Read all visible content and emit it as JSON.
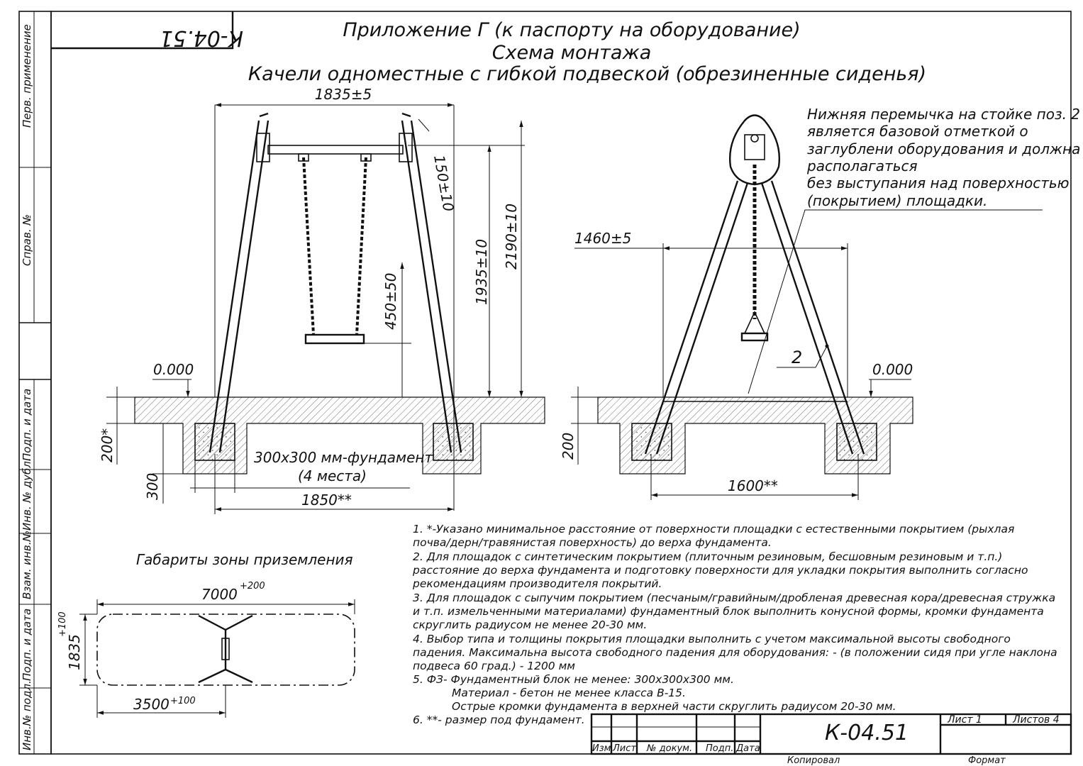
{
  "title": {
    "line1": "Приложение Г (к паспорту на оборудование)",
    "line2": "Схема монтажа",
    "line3": "Качели одноместные с гибкой подвеской (обрезиненные сиденья)"
  },
  "stamp_code_mirrored": "К-04.51",
  "side_stamp": {
    "perv_primenenie": "Перв. применение",
    "sprav_no": "Справ. №",
    "podp_i_data_1": "Подп. и дата",
    "inv_no_dubl": "Инв. № дубл.",
    "vzam_inv_no": "Взам. инв.№",
    "podp_i_data_2": "Подп. и дата",
    "inv_no_podl": "Инв.№ подл."
  },
  "front_view": {
    "dim_width": "1835±5",
    "dim_150": "150±10",
    "dim_2190": "2190±10",
    "dim_1935": "1935±10",
    "dim_450": "450±50",
    "level": "0.000",
    "dim_200": "200*",
    "dim_300": "300",
    "foundation_line1": "300х300 мм-фундамент",
    "foundation_line2": "(4 места)",
    "dim_1850": "1850**"
  },
  "side_view": {
    "note_lines": [
      "Нижняя перемычка на стойке поз. 2",
      "является базовой отметкой о",
      "заглублени оборудования и должна",
      "располагаться",
      "без выступания над поверхностью",
      "(покрытием) площадки."
    ],
    "dim_1460": "1460±5",
    "pos_label": "2",
    "level": "0.000",
    "dim_200": "200",
    "dim_1600": "1600**"
  },
  "zone": {
    "title": "Габариты зоны приземления",
    "dim_7000": "7000",
    "dim_7000_tol": "+200",
    "dim_1835": "1835",
    "dim_1835_tol": "+100",
    "dim_3500": "3500",
    "dim_3500_tol": "+100"
  },
  "notes": [
    "1. *-Указано минимальное расстояние от поверхности площадки с естественными покрытием (рыхлая",
    "почва/дерн/травянистая поверхность) до верха фундамента.",
    "2. Для площадок с синтетическим покрытием (плиточным резиновым, бесшовным резиновым и т.п.)",
    "расстояние до верха фундамента и подготовку поверхности для укладки покрытия выполнить согласно",
    "рекомендациям производителя покрытий.",
    "3. Для площадок с сыпучим покрытием (песчаным/гравийным/дробленая древесная кора/древесная стружка",
    "и т.п. измельченными материалами) фундаментный блок выполнить конусной формы, кромки фундамента",
    "скруглить радиусом не менее 20-30 мм.",
    "4. Выбор типа и толщины покрытия площадки выполнить с учетом максимальной высоты свободного",
    "падения. Максимальна высота свободного падения для оборудования: - (в положении сидя при угле наклона",
    "подвеса 60 град.) - 1200 мм",
    "5. ФЗ- Фундаментный блок не менее: 300х300х300 мм.",
    "Материал - бетон не менее класса В-15.",
    "Острые кромки фундамента в верхней части скруглить радиусом 20-30 мм.",
    "6. **- размер под фундамент."
  ],
  "title_block": {
    "code": "К-04.51",
    "list": "Лист 1",
    "listov": "Листов 4",
    "izm": "Изм",
    "list_col": "Лист",
    "no_dokum": "№ докум.",
    "podp": "Подп.",
    "data": "Дата",
    "kopiroval": "Копировал",
    "format": "Формат"
  }
}
